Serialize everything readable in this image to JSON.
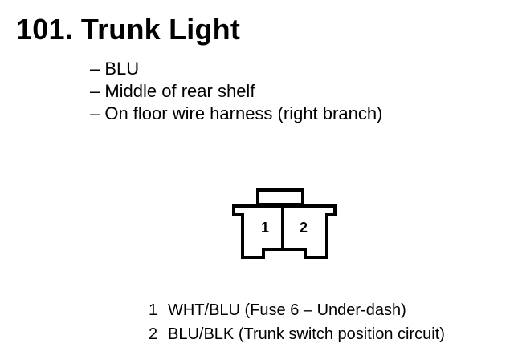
{
  "title": {
    "number": "101.",
    "text": "Trunk Light"
  },
  "details": [
    "– BLU",
    "– Middle of rear shelf",
    "– On floor wire harness (right branch)"
  ],
  "connector": {
    "cavities": [
      "1",
      "2"
    ]
  },
  "pins": [
    {
      "number": "1",
      "description": "WHT/BLU (Fuse 6 – Under-dash)"
    },
    {
      "number": "2",
      "description": "BLU/BLK (Trunk switch position circuit)"
    }
  ]
}
